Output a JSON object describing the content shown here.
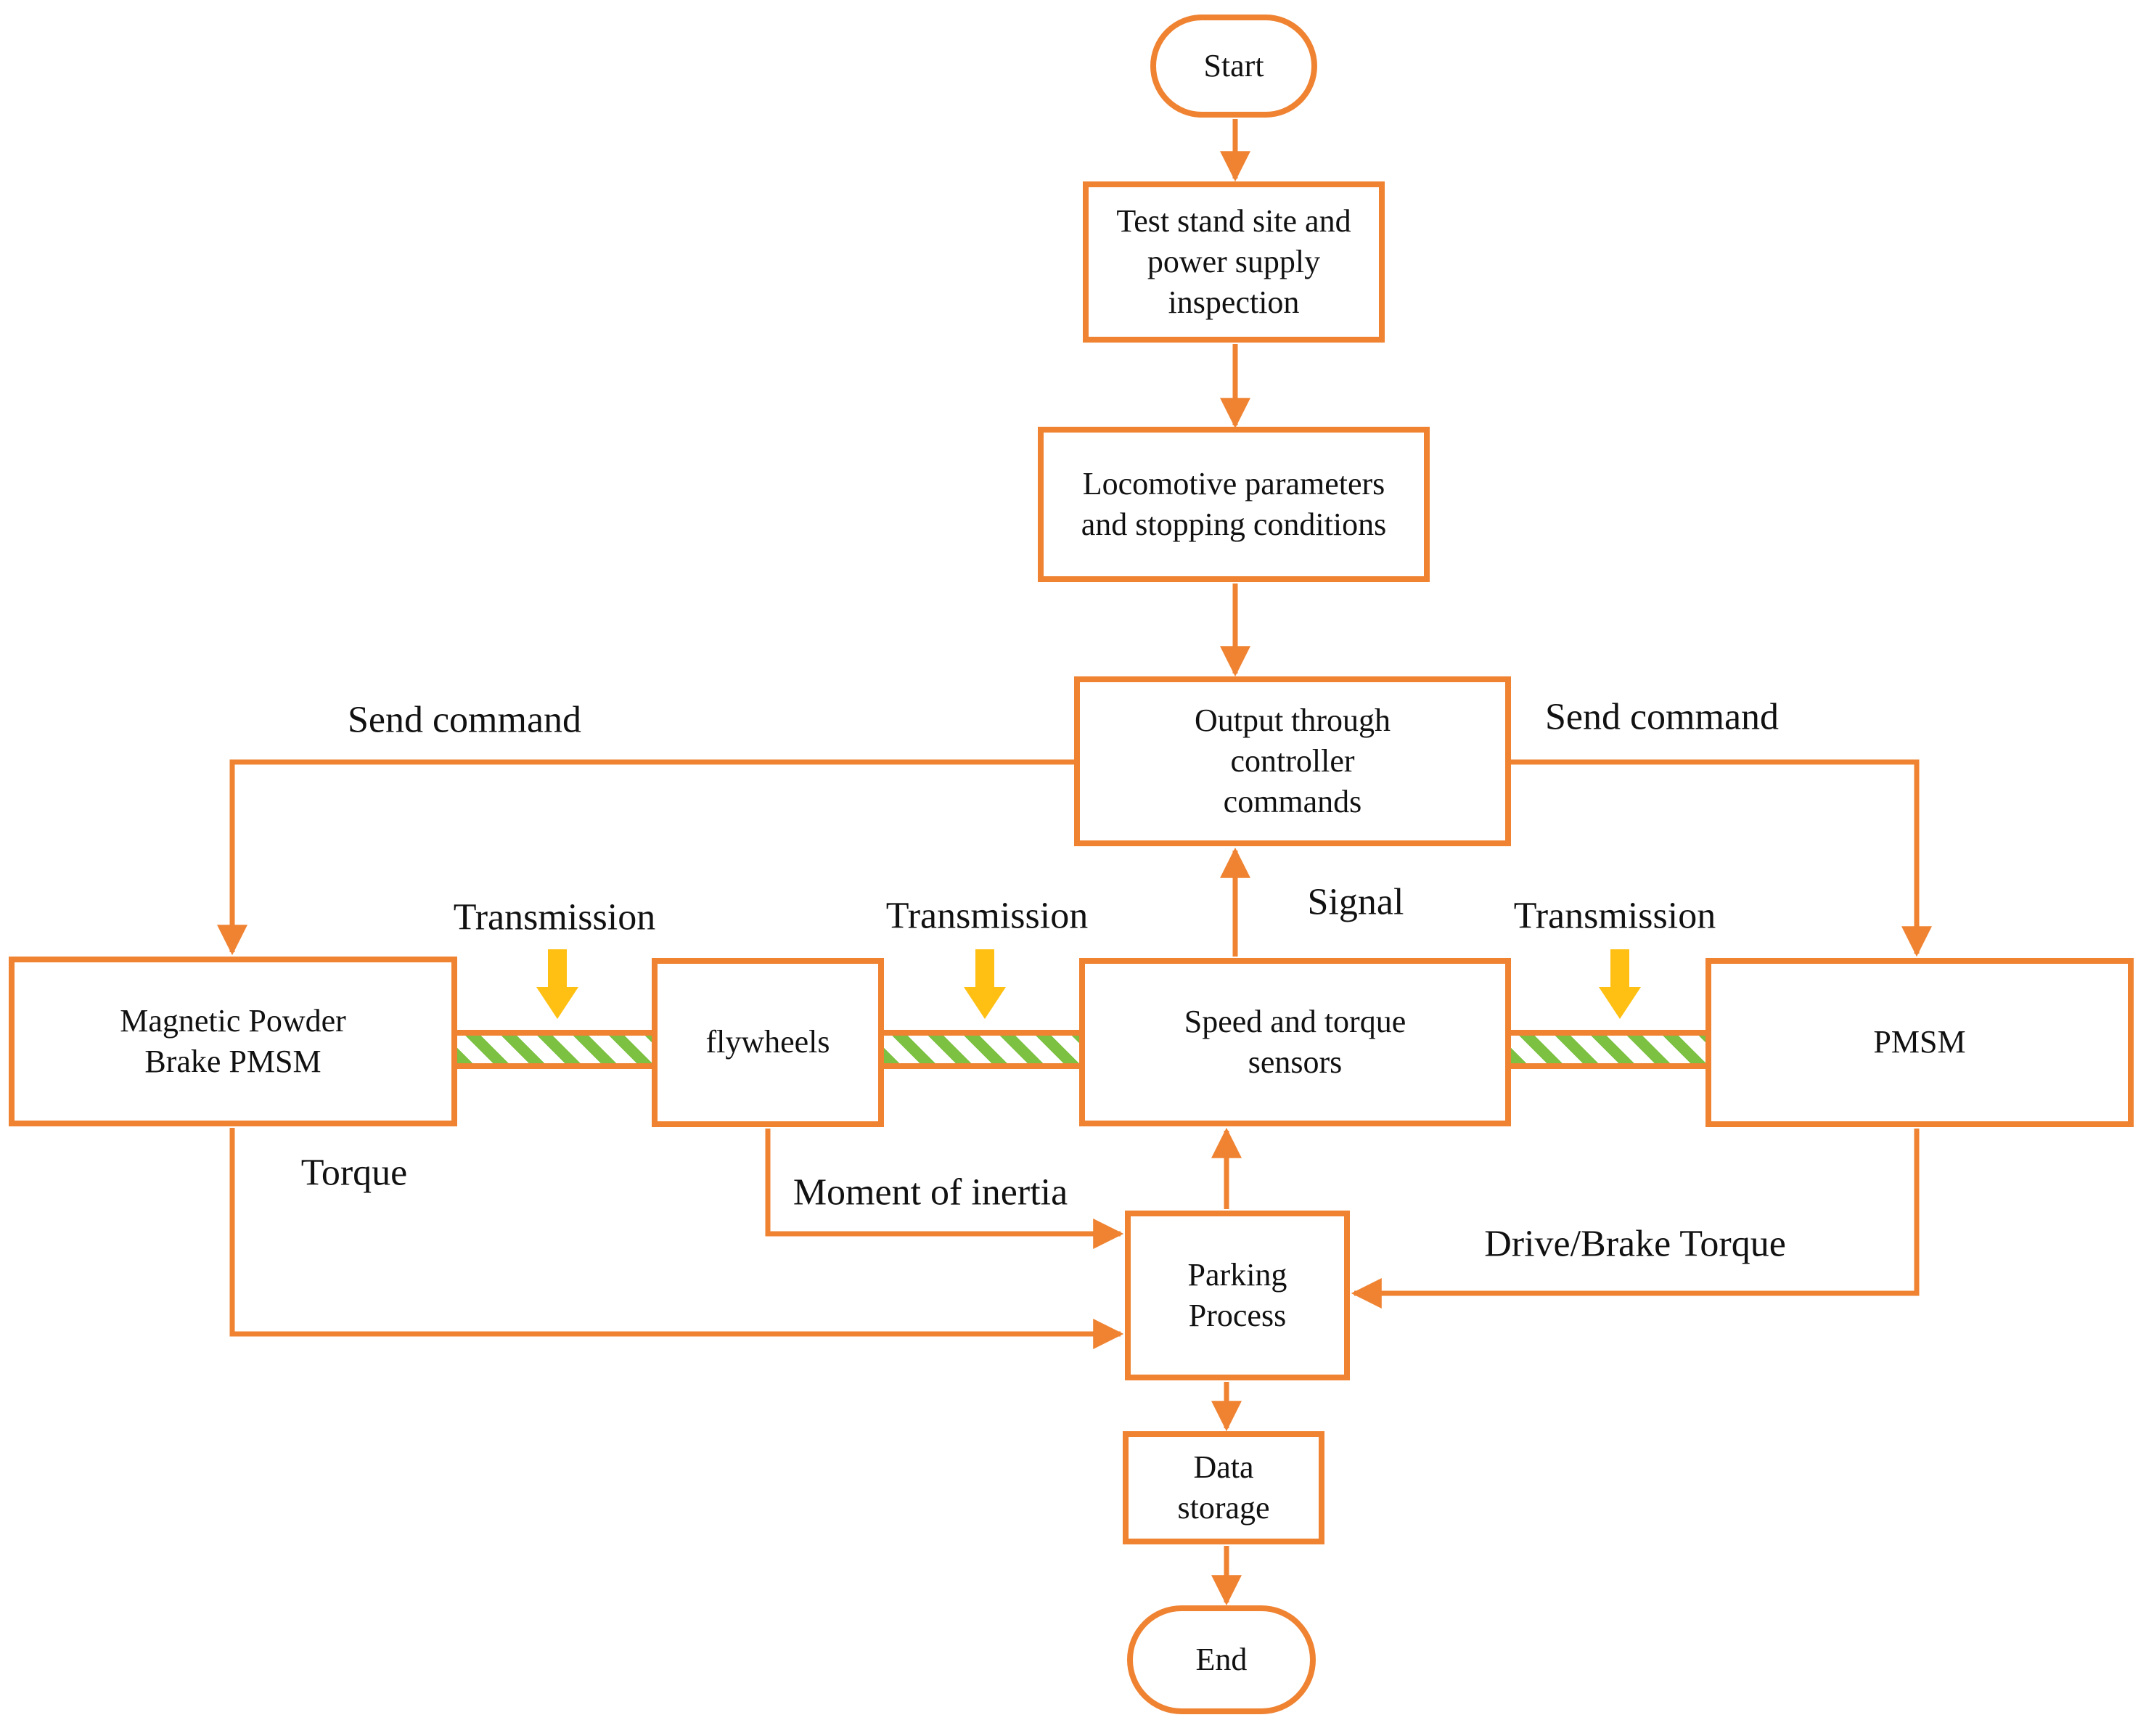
{
  "figure": {
    "type": "flowchart",
    "description": "Locomotive parking test stand process flowchart"
  },
  "palette": {
    "outline_orange": "#EF8332",
    "transmission_yellow": "#FFC013",
    "shaft_green": "#7CC142",
    "text_black": "#111111",
    "background": "#ffffff"
  },
  "nodes": {
    "start": {
      "label": "Start"
    },
    "test_stand": {
      "label": "Test stand site and\npower supply\ninspection"
    },
    "locomotive": {
      "label": "Locomotive parameters\nand stopping conditions"
    },
    "output": {
      "label": "Output through\ncontroller\ncommands"
    },
    "magnetic_brake": {
      "label": "Magnetic Powder\nBrake PMSM"
    },
    "flywheels": {
      "label": "flywheels"
    },
    "sensors": {
      "label": "Speed and torque\nsensors"
    },
    "pmsm": {
      "label": "PMSM"
    },
    "parking": {
      "label": "Parking\nProcess"
    },
    "data_storage": {
      "label": "Data\nstorage"
    },
    "end": {
      "label": "End"
    }
  },
  "edge_labels": {
    "send_command_left": "Send command",
    "send_command_right": "Send command",
    "transmission_1": "Transmission",
    "transmission_2": "Transmission",
    "transmission_3": "Transmission",
    "signal": "Signal",
    "torque": "Torque",
    "moment_of_inertia": "Moment of inertia",
    "drive_brake_torque": "Drive/Brake Torque"
  }
}
